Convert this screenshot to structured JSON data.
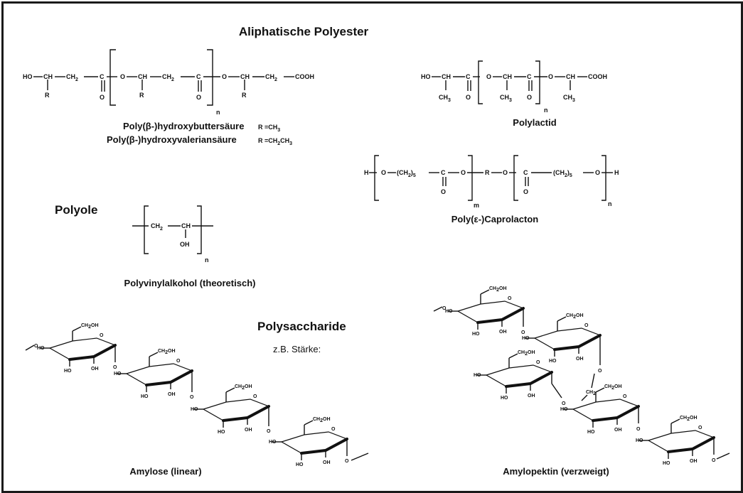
{
  "headings": {
    "aliphatic_polyesters": "Aliphatische Polyester",
    "polyols": "Polyole",
    "polysaccharides": "Polysaccharide",
    "starch_example": "z.B. Stärke:"
  },
  "captions": {
    "phb": "Poly(β-)hydroxybuttersäure",
    "phb_r": "R =CH",
    "phv": "Poly(β-)hydroxyvaleriansäure",
    "phv_r": "R =CH",
    "polylactide": "Polylactid",
    "polycaprolactone": "Poly(ε-)Caprolacton",
    "pva": "Polyvinylalkohol (theoretisch)",
    "amylose": "Amylose (linear)",
    "amylopectin": "Amylopektin (verzweigt)"
  },
  "atoms": {
    "ho": "HO",
    "ch": "CH",
    "ch2": "CH",
    "c": "C",
    "o": "O",
    "r": "R",
    "cooh": "COOH",
    "ch3": "CH",
    "h": "H",
    "oh": "OH",
    "ch2oh": "CH",
    "n": "n",
    "m": "m",
    "sub2": "2",
    "sub3": "3",
    "sub5": "5",
    "oh_tail": "OH",
    "paren_ch2": "(CH"
  },
  "icons": {
    "glucose_ring": "glucose-ring-icon"
  }
}
